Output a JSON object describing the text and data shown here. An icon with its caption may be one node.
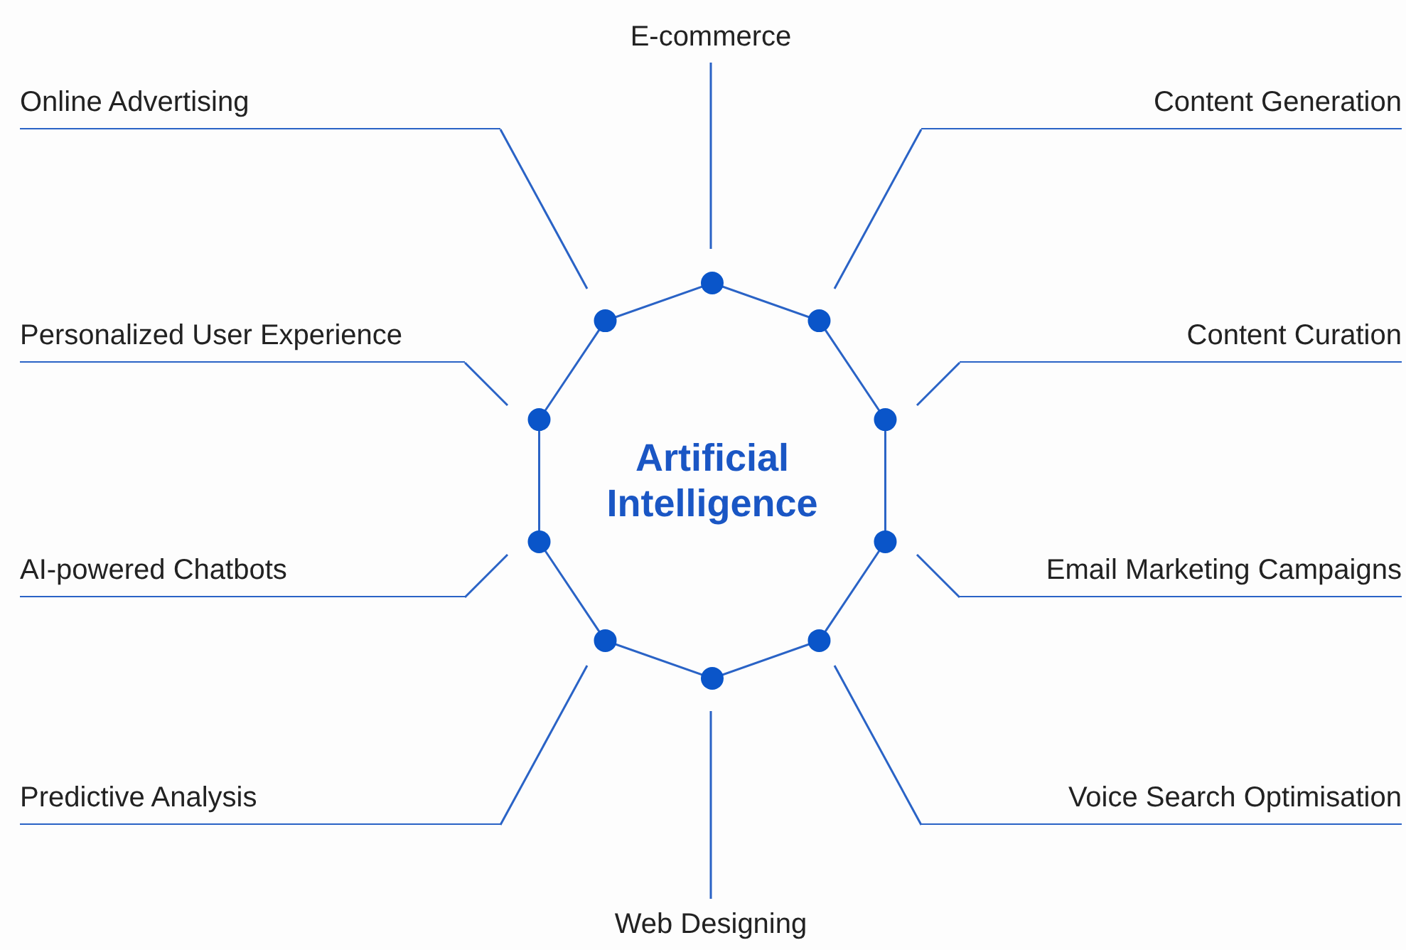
{
  "diagram": {
    "nodes": [
      {
        "text": [
          "Artificial Intelligence"
        ]
      },
      {
        "text": [
          "E-commerce"
        ]
      },
      {
        "text": [
          "Content Generation"
        ]
      },
      {
        "text": [
          "Content Curation"
        ]
      },
      {
        "text": [
          "Email Marketing Campaigns"
        ]
      },
      {
        "text": [
          "Voice Search Optimisation"
        ]
      },
      {
        "text": [
          "Web Designing"
        ]
      },
      {
        "text": [
          "Predictive Analysis"
        ]
      },
      {
        "text": [
          "AI-powered Chatbots"
        ]
      },
      {
        "text": [
          "Personalized User Experience"
        ]
      },
      {
        "text": [
          "Online Advertising"
        ]
      }
    ],
    "edges": [
      {
        "from": 0,
        "to": 1,
        "arrow": "none"
      },
      {
        "from": 0,
        "to": 2,
        "arrow": "none"
      },
      {
        "from": 0,
        "to": 3,
        "arrow": "none"
      },
      {
        "from": 0,
        "to": 4,
        "arrow": "none"
      },
      {
        "from": 0,
        "to": 5,
        "arrow": "none"
      },
      {
        "from": 0,
        "to": 6,
        "arrow": "none"
      },
      {
        "from": 0,
        "to": 7,
        "arrow": "none"
      },
      {
        "from": 0,
        "to": 8,
        "arrow": "none"
      },
      {
        "from": 0,
        "to": 9,
        "arrow": "none"
      },
      {
        "from": 0,
        "to": 10,
        "arrow": "none"
      }
    ]
  }
}
